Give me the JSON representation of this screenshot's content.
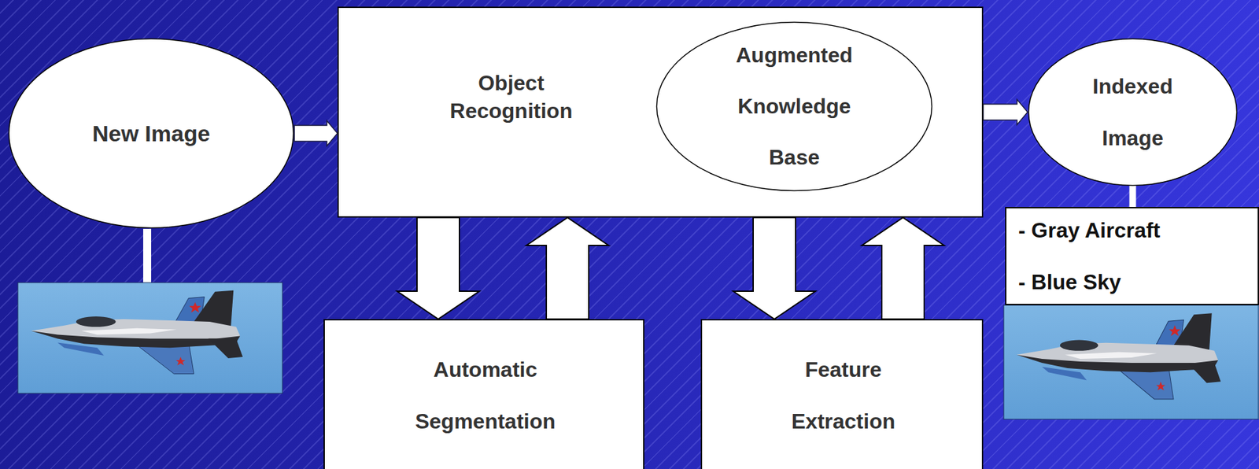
{
  "diagram": {
    "nodes": [
      {
        "text": [
          "New Image"
        ]
      },
      {
        "text": [
          "Object Recognition"
        ]
      },
      {
        "text": [
          "Augmented Knowledge Base"
        ],
        "in": 1
      },
      {
        "text": [
          "Automatic Segmentation"
        ]
      },
      {
        "text": [
          "Feature Extraction"
        ]
      },
      {
        "text": [
          "Indexed Image"
        ]
      },
      {
        "text": [
          "- Gray Aircraft",
          "- Blue Sky"
        ]
      }
    ],
    "edges": [
      {
        "from": 0,
        "to": 1,
        "arrow": "to"
      },
      {
        "from": 1,
        "to": 3,
        "arrow": "to"
      },
      {
        "from": 3,
        "to": 1,
        "arrow": "to"
      },
      {
        "from": 1,
        "to": 4,
        "arrow": "to"
      },
      {
        "from": 4,
        "to": 1,
        "arrow": "to"
      },
      {
        "from": 1,
        "to": 5,
        "arrow": "to"
      },
      {
        "from": 5,
        "to": 6,
        "arrow": "none"
      }
    ]
  }
}
